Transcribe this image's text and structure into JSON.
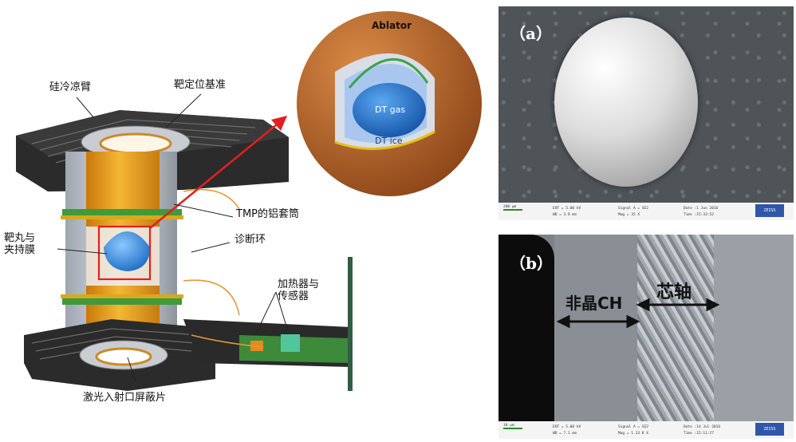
{
  "figure_left": {
    "labels": {
      "cooling_arm": "硅冷凉臂",
      "target_reference": "靶定位基准",
      "tmp_sleeve": "TMP的铝套筒",
      "capsule_film": "靶丸与\n夹持膜",
      "diagnostic_ring": "诊断环",
      "heater_sensor": "加热器与\n传感器",
      "laser_window": "激光入射口屏蔽片"
    },
    "capsule_labels": {
      "ablator": "Ablator",
      "dt_gas": "DT gas",
      "dt_ice": "DT ice"
    }
  },
  "panel_a": {
    "tag": "（a）",
    "footer": {
      "scale": "200 μm",
      "eht": "EHT = 5.00 kV",
      "wd": "WD = 3.8 mm",
      "signal": "Signal A = SE2",
      "mag": "Mag = 35 X",
      "date": "Date :1 Jun 2016",
      "time": "Time :15:33:52",
      "brand": "ZEISS"
    }
  },
  "panel_b": {
    "tag": "（b）",
    "annotation_ch": "非晶CH",
    "annotation_core": "芯轴",
    "footer": {
      "scale": "10 μm",
      "eht": "EHT = 5.00 kV",
      "wd": "WD = 7.1 mm",
      "signal": "Signal A = SE2",
      "mag": "Mag = 1.13 K X",
      "date": "Date :14 Jul 2016",
      "time": "Time :15:11:27",
      "brand": "ZEISS"
    }
  },
  "colors": {
    "gold": "#e8a21a",
    "dark": "#2a2a2a",
    "blue": "#2f7fd6",
    "red": "#e02020",
    "copper": "#b5652a",
    "green_board": "#3d8a3a"
  }
}
